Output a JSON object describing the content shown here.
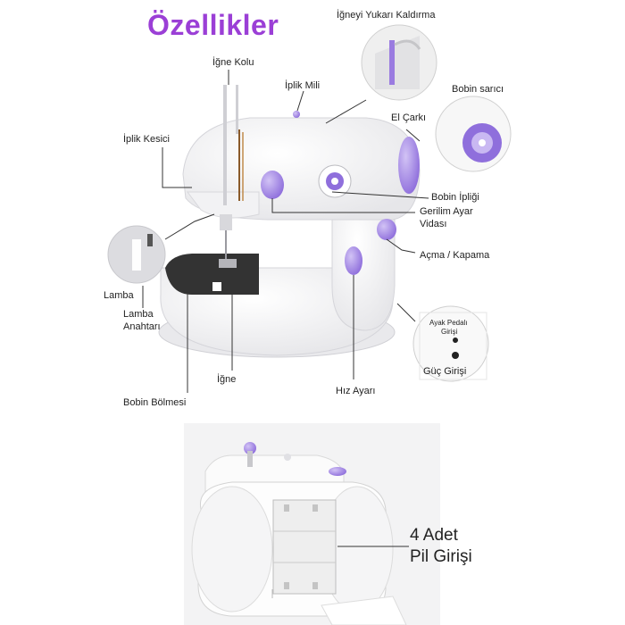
{
  "title": "Özellikler",
  "labels": {
    "igne_yukari": "İğneyi Yukarı Kaldırma",
    "igne_kolu": "İğne Kolu",
    "iplik_mili": "İplik Mili",
    "bobin_sarici": "Bobin sarıcı",
    "iplik_kesici": "İplik Kesici",
    "el_carki": "El Çarkı",
    "bobin_ipligi": "Bobin İpliği",
    "gerilim_1": "Gerilim Ayar",
    "gerilim_2": "Vidası",
    "lamba": "Lamba",
    "lamba_anahtari_1": "Lamba",
    "lamba_anahtari_2": "Anahtarı",
    "acma_kapama": "Açma / Kapama",
    "ayak_pedali_1": "Ayak Pedalı",
    "ayak_pedali_2": "Girişi",
    "guc_girisi": "Güç Girişi",
    "igne": "İğne",
    "hiz_ayari": "Hız Ayarı",
    "bobin_bolmesi": "Bobin Bölmesi",
    "pil_1": "4 Adet",
    "pil_2": "Pil Girişi"
  },
  "colors": {
    "accent": "#9b3fd6",
    "purple_knob": "#a88ce8",
    "body": "#fafafa",
    "outline": "#d5d5d5"
  }
}
